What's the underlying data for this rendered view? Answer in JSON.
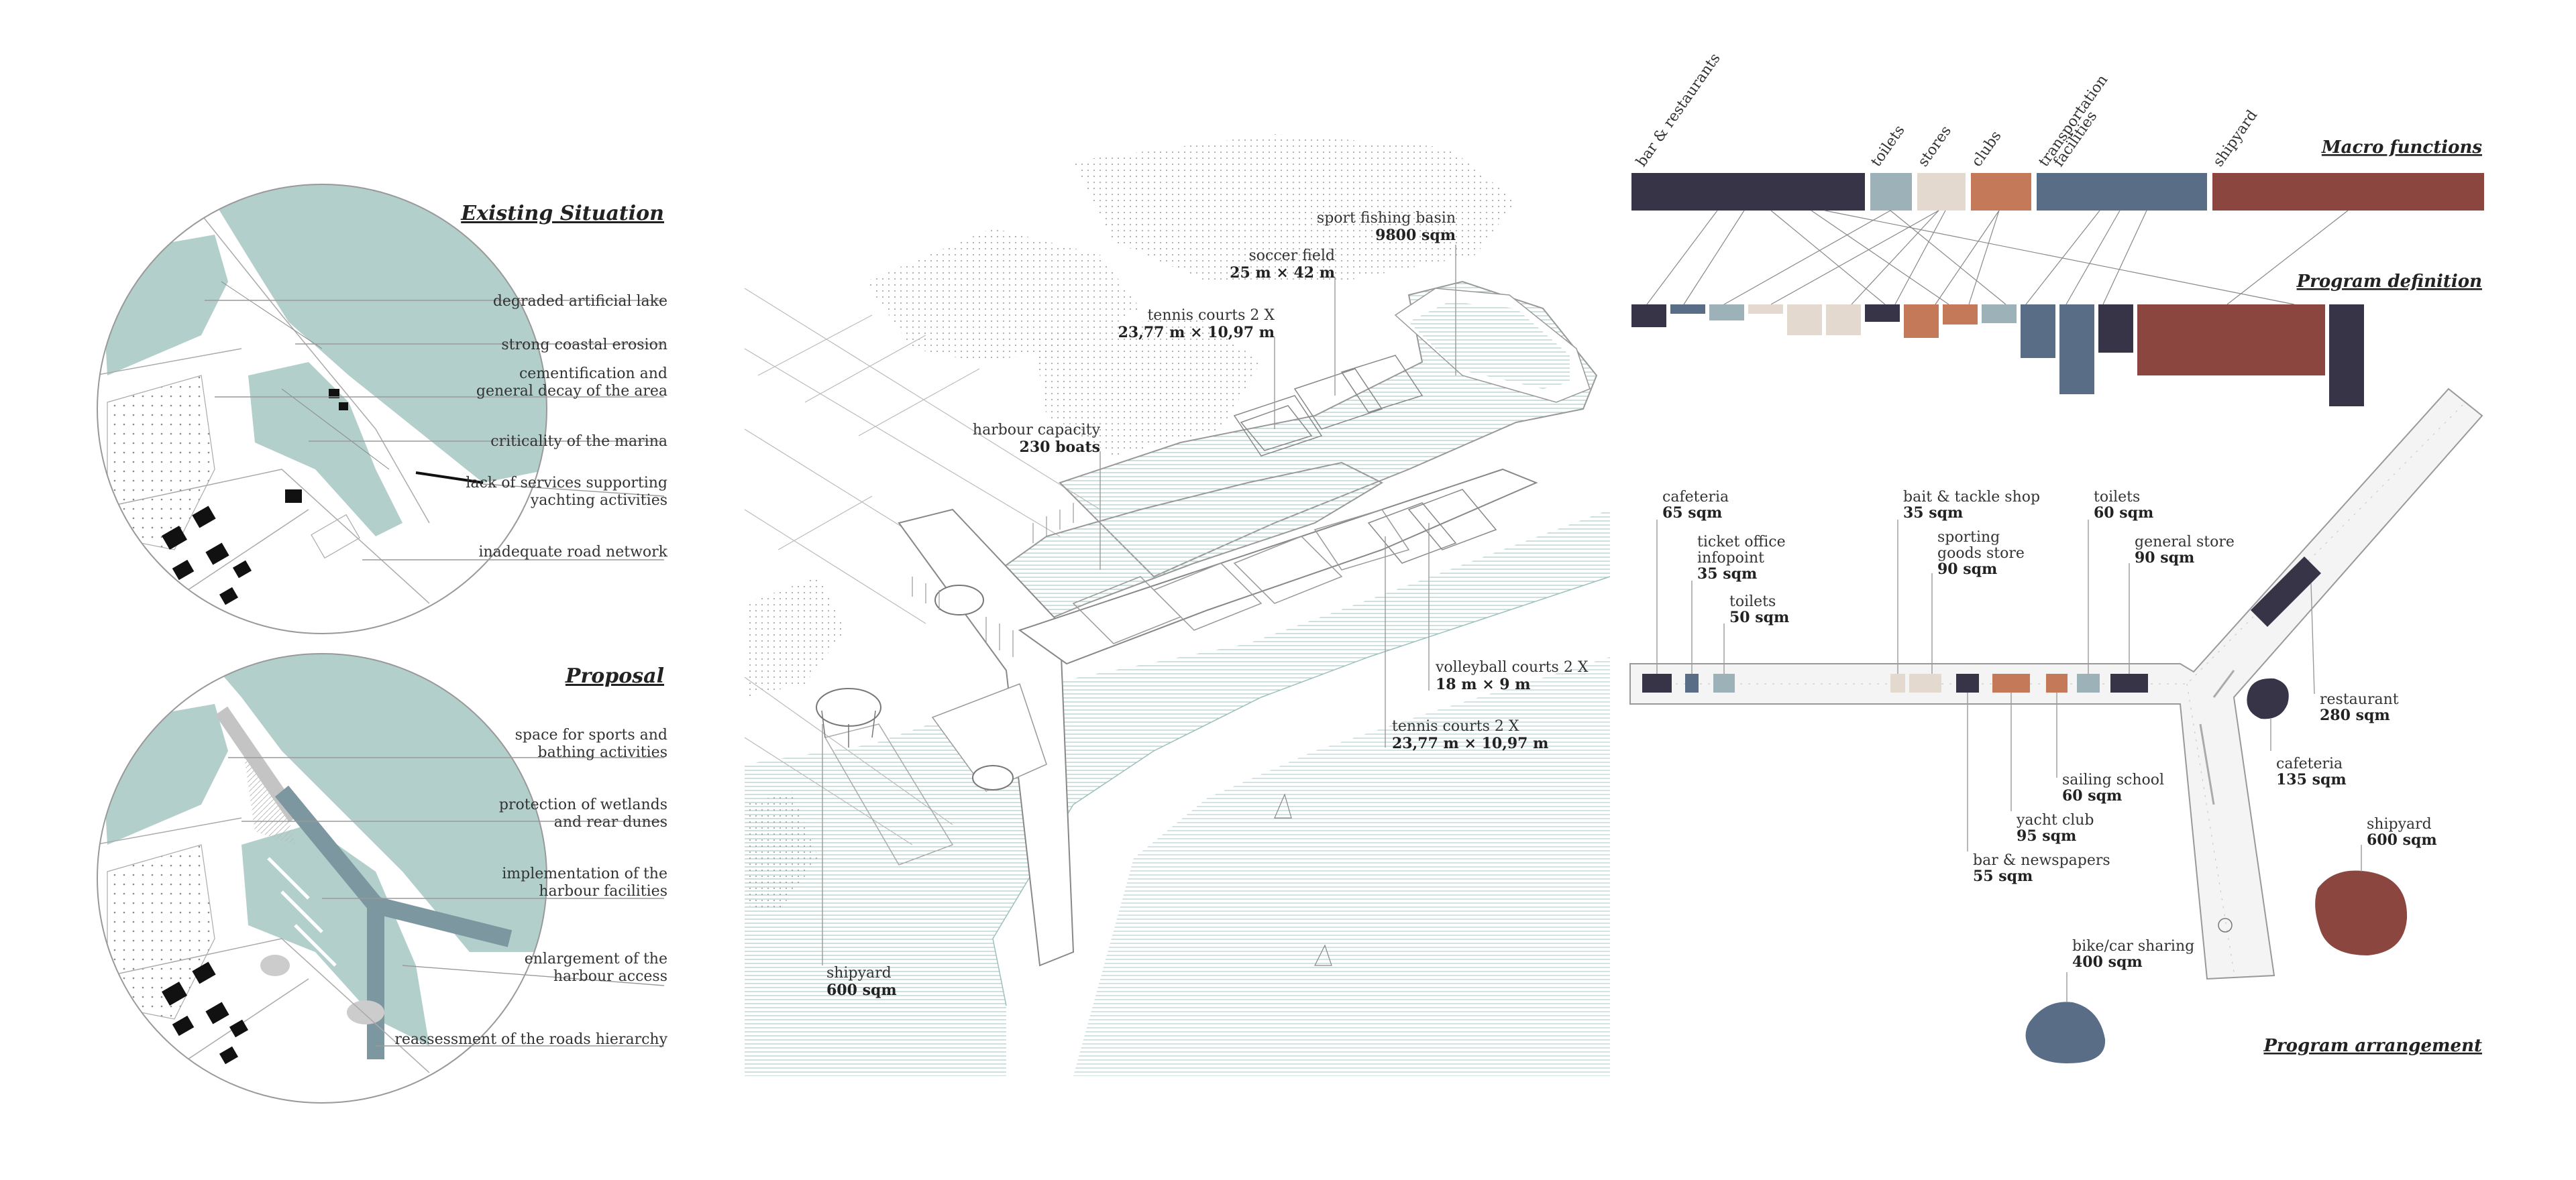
{
  "existing": {
    "title": "Existing Situation",
    "labels": [
      {
        "text": "degraded artificial lake"
      },
      {
        "text": "strong coastal erosion"
      },
      {
        "text": "cementification and",
        "text2": "general decay of the area"
      },
      {
        "text": "criticality of the marina"
      },
      {
        "text": "lack of services supporting",
        "text2": "yachting activities"
      },
      {
        "text": "inadequate road network"
      }
    ]
  },
  "proposal": {
    "title": "Proposal",
    "labels": [
      {
        "text": "space for sports and",
        "text2": "bathing activities"
      },
      {
        "text": "protection of wetlands",
        "text2": "and rear dunes"
      },
      {
        "text": "implementation of the",
        "text2": "harbour facilities"
      },
      {
        "text": "enlargement of the",
        "text2": "harbour access"
      },
      {
        "text": "reassessment of the roads hierarchy"
      }
    ]
  },
  "axo": {
    "sport_fishing": {
      "name": "sport fishing basin",
      "value": "9800 sqm"
    },
    "soccer": {
      "name": "soccer field",
      "value": "25 m × 42 m"
    },
    "tennis_top": {
      "name": "tennis courts 2 X",
      "value": "23,77 m × 10,97 m"
    },
    "harbour": {
      "name": "harbour capacity",
      "value": "230 boats"
    },
    "volleyball": {
      "name": "volleyball courts 2 X",
      "value": "18 m × 9 m"
    },
    "tennis_bottom": {
      "name": "tennis courts 2 X",
      "value": "23,77 m × 10,97 m"
    },
    "shipyard": {
      "name": "shipyard",
      "value": "600 sqm"
    }
  },
  "macro": {
    "title": "Macro functions",
    "items": [
      {
        "label": "bar & restaurants",
        "color": "#383448"
      },
      {
        "label": "toilets",
        "color": "#9db2b8"
      },
      {
        "label": "stores",
        "color": "#e4d9cf"
      },
      {
        "label": "clubs",
        "color": "#c47a58"
      },
      {
        "label": "transportation",
        "label2": "facilities",
        "color": "#5a6d86"
      },
      {
        "label": "shipyard",
        "color": "#8c4640"
      }
    ]
  },
  "program_definition": {
    "title": "Program definition"
  },
  "arrangement": {
    "title": "Program arrangement",
    "items": [
      {
        "name": "cafeteria",
        "value": "65 sqm"
      },
      {
        "name": "ticket office",
        "name2": "infopoint",
        "value": "35 sqm"
      },
      {
        "name": "toilets",
        "value": "50 sqm"
      },
      {
        "name": "bait & tackle shop",
        "value": "35 sqm"
      },
      {
        "name": "sporting",
        "name2": "goods store",
        "value": "90 sqm"
      },
      {
        "name": "toilets",
        "value": "60 sqm"
      },
      {
        "name": "general store",
        "value": "90 sqm"
      },
      {
        "name": "restaurant",
        "value": "280 sqm"
      },
      {
        "name": "cafeteria",
        "value": "135 sqm"
      },
      {
        "name": "shipyard",
        "value": "600 sqm"
      },
      {
        "name": "sailing school",
        "value": "60 sqm"
      },
      {
        "name": "yacht club",
        "value": "95 sqm"
      },
      {
        "name": "bar & newspapers",
        "value": "55 sqm"
      },
      {
        "name": "bike/car sharing",
        "value": "400 sqm"
      }
    ]
  }
}
